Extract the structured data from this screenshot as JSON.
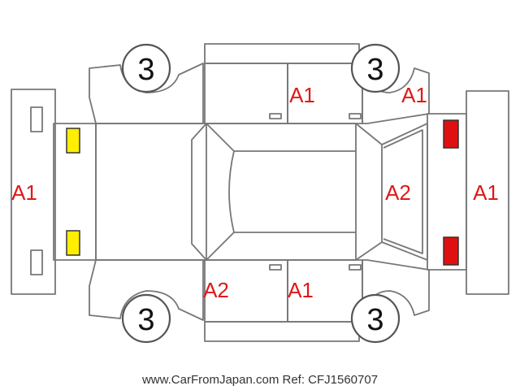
{
  "diagram": {
    "wheel_grade": "3",
    "marks": {
      "front_bumper": "A1",
      "roof_front": "A1",
      "rear_fender_right": "A1",
      "tailgate": "A2",
      "rear_bumper": "A1",
      "front_fender_left": "A2",
      "rear_door_left": "A1"
    },
    "colors": {
      "line": "#6e6e6e",
      "mark_text": "#e01818",
      "indicator_yellow": "#ffee00",
      "indicator_red": "#e01010",
      "outline_dark": "#555555"
    }
  },
  "footer": {
    "text": "www.CarFromJapan.com Ref: CFJ1560707"
  }
}
